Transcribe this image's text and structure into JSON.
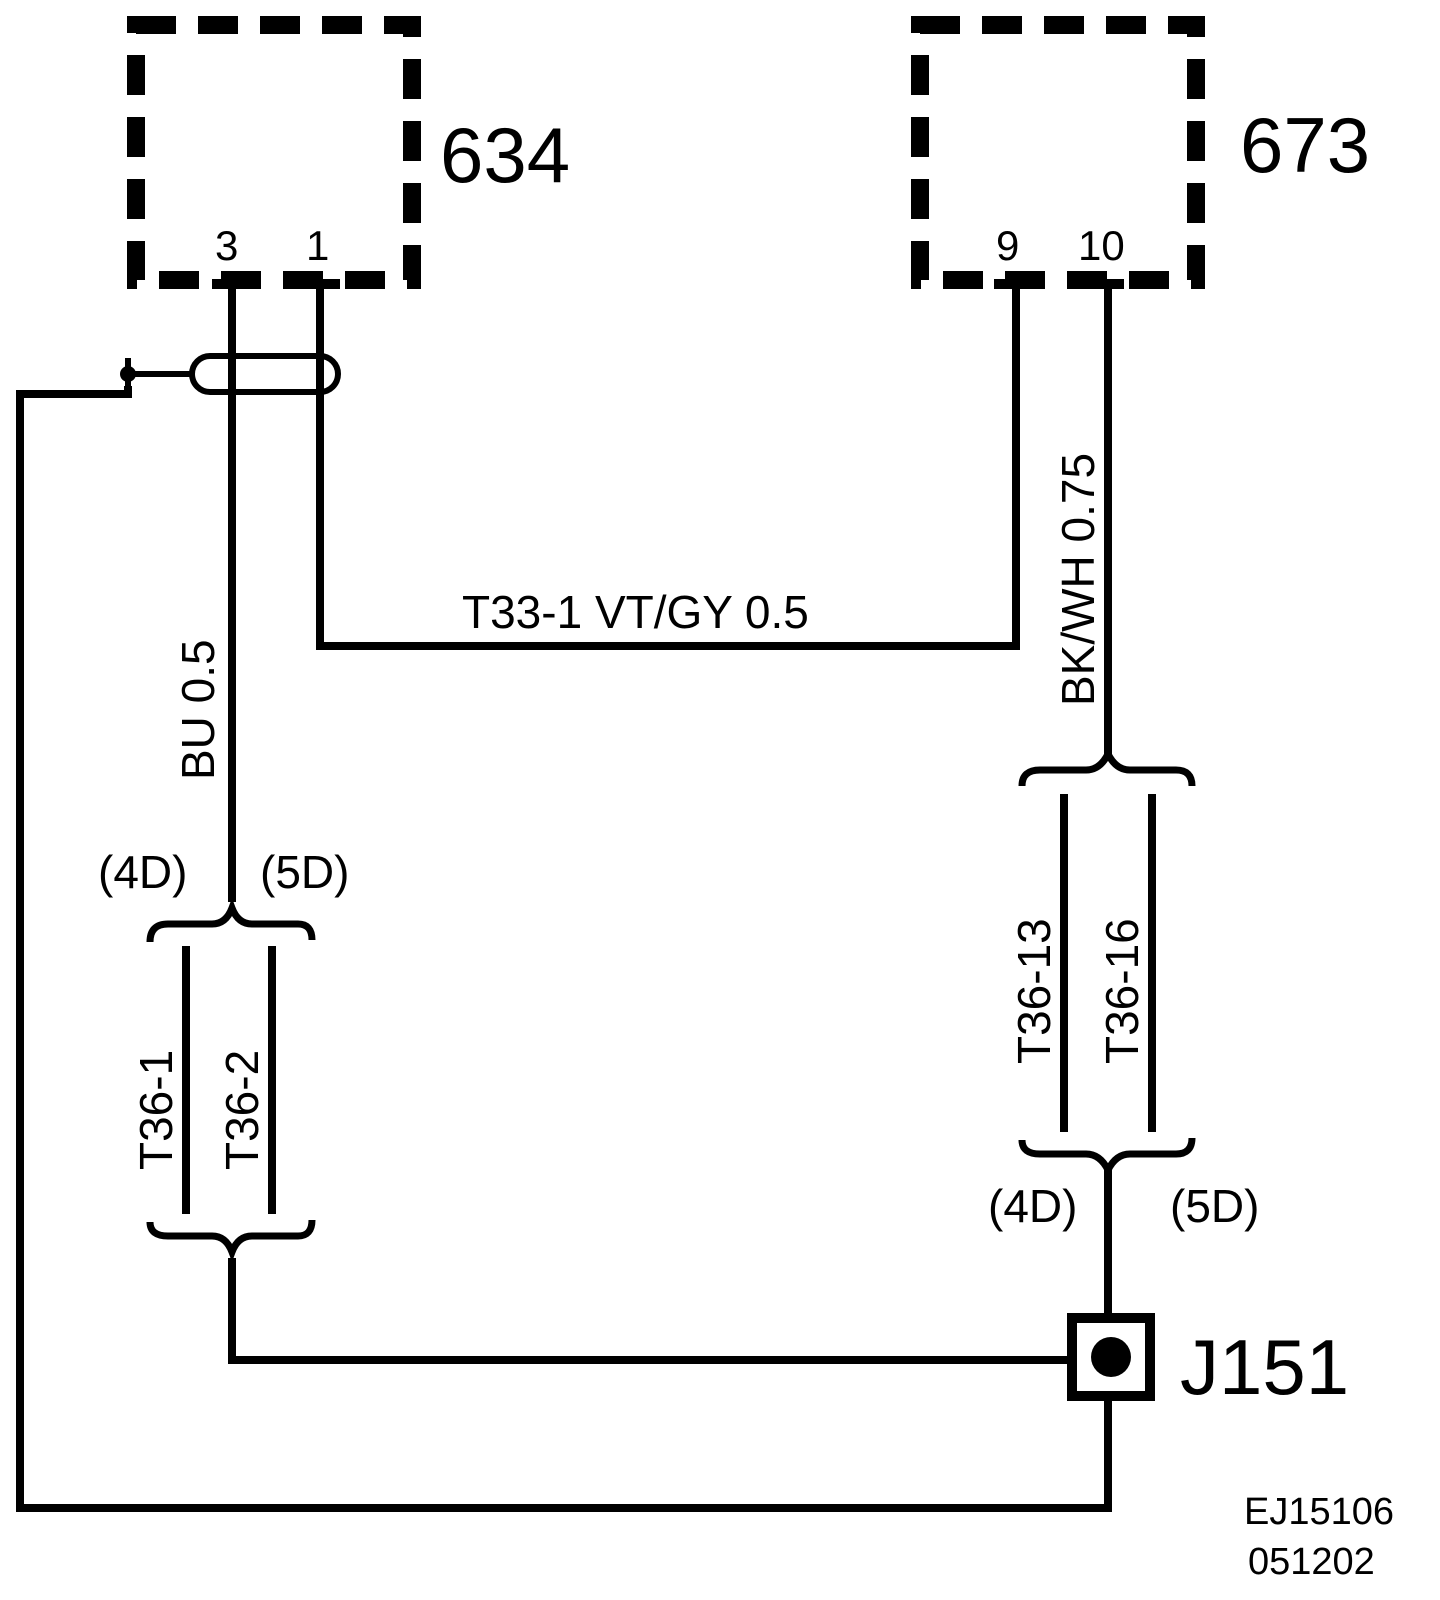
{
  "components": {
    "c634": {
      "id": "634",
      "pin_a": "3",
      "pin_b": "1"
    },
    "c673": {
      "id": "673",
      "pin_a": "9",
      "pin_b": "10"
    },
    "j151": {
      "id": "J151"
    }
  },
  "wires": {
    "bu": "BU  0.5",
    "vtgy": "T33-1   VT/GY   0.5",
    "bkwh": "BK/WH  0.75"
  },
  "connectors": {
    "left_top_4d": "(4D)",
    "left_top_5d": "(5D)",
    "left_t1": "T36-1",
    "left_t2": "T36-2",
    "right_t13": "T36-13",
    "right_t16": "T36-16",
    "right_bot_4d": "(4D)",
    "right_bot_5d": "(5D)"
  },
  "footer": {
    "line1": "EJ15106",
    "line2": "051202"
  }
}
